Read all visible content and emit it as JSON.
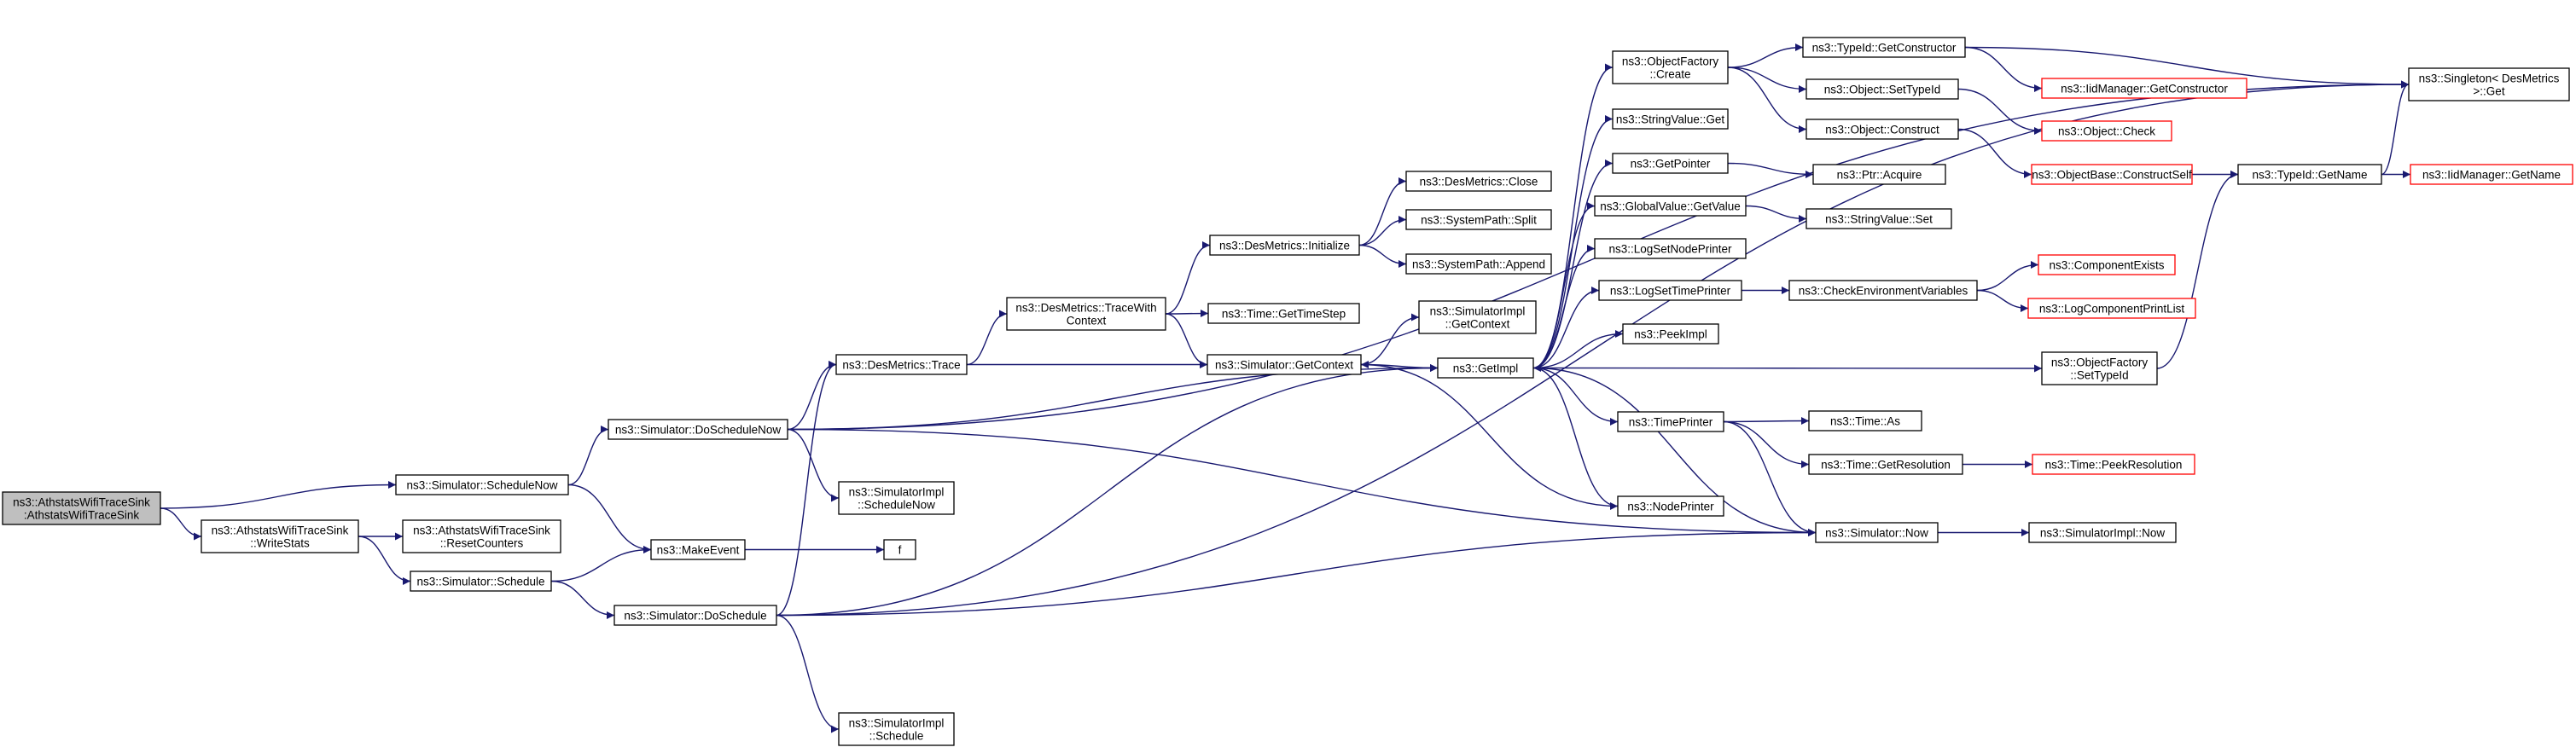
{
  "graph": {
    "colors": {
      "edge": "#191970",
      "node_border": "#000000",
      "truncated_border": "#ff0000",
      "root_fill": "#bfbfbf"
    },
    "nodes": [
      {
        "id": "root",
        "lines": [
          "ns3::AthstatsWifiTraceSink",
          ":AthstatsWifiTraceSink"
        ],
        "root": true
      },
      {
        "id": "schedNow",
        "lines": [
          "ns3::Simulator::ScheduleNow"
        ]
      },
      {
        "id": "writeStats",
        "lines": [
          "ns3::AthstatsWifiTraceSink",
          "::WriteStats"
        ]
      },
      {
        "id": "doSchedNow",
        "lines": [
          "ns3::Simulator::DoScheduleNow"
        ]
      },
      {
        "id": "makeEvent",
        "lines": [
          "ns3::MakeEvent"
        ]
      },
      {
        "id": "resetCounters",
        "lines": [
          "ns3::AthstatsWifiTraceSink",
          "::ResetCounters"
        ]
      },
      {
        "id": "schedule",
        "lines": [
          "ns3::Simulator::Schedule"
        ]
      },
      {
        "id": "doSchedule",
        "lines": [
          "ns3::Simulator::DoSchedule"
        ]
      },
      {
        "id": "desTrace",
        "lines": [
          "ns3::DesMetrics::Trace"
        ]
      },
      {
        "id": "implSchedNow",
        "lines": [
          "ns3::SimulatorImpl",
          "::ScheduleNow"
        ]
      },
      {
        "id": "f",
        "lines": [
          "f"
        ]
      },
      {
        "id": "implSchedule",
        "lines": [
          "ns3::SimulatorImpl",
          "::Schedule"
        ]
      },
      {
        "id": "traceWith",
        "lines": [
          "ns3::DesMetrics::TraceWith",
          "Context"
        ]
      },
      {
        "id": "desInit",
        "lines": [
          "ns3::DesMetrics::Initialize"
        ]
      },
      {
        "id": "getTimeStep",
        "lines": [
          "ns3::Time::GetTimeStep"
        ]
      },
      {
        "id": "simGetContext",
        "lines": [
          "ns3::Simulator::GetContext"
        ]
      },
      {
        "id": "desClose",
        "lines": [
          "ns3::DesMetrics::Close"
        ]
      },
      {
        "id": "spSplit",
        "lines": [
          "ns3::SystemPath::Split"
        ]
      },
      {
        "id": "spAppend",
        "lines": [
          "ns3::SystemPath::Append"
        ]
      },
      {
        "id": "implGetContext",
        "lines": [
          "ns3::SimulatorImpl",
          "::GetContext"
        ]
      },
      {
        "id": "getImpl",
        "lines": [
          "ns3::GetImpl"
        ]
      },
      {
        "id": "ofCreate",
        "lines": [
          "ns3::ObjectFactory",
          "::Create"
        ]
      },
      {
        "id": "strGet",
        "lines": [
          "ns3::StringValue::Get"
        ]
      },
      {
        "id": "getPointer",
        "lines": [
          "ns3::GetPointer"
        ]
      },
      {
        "id": "gvGetValue",
        "lines": [
          "ns3::GlobalValue::GetValue"
        ]
      },
      {
        "id": "logNodePrinter",
        "lines": [
          "ns3::LogSetNodePrinter"
        ]
      },
      {
        "id": "logTimePrinter",
        "lines": [
          "ns3::LogSetTimePrinter"
        ]
      },
      {
        "id": "peekImpl",
        "lines": [
          "ns3::PeekImpl"
        ]
      },
      {
        "id": "timePrinter",
        "lines": [
          "ns3::TimePrinter"
        ]
      },
      {
        "id": "nodePrinter",
        "lines": [
          "ns3::NodePrinter"
        ]
      },
      {
        "id": "simNow",
        "lines": [
          "ns3::Simulator::Now"
        ]
      },
      {
        "id": "tidGetCons",
        "lines": [
          "ns3::TypeId::GetConstructor"
        ]
      },
      {
        "id": "objSetTid",
        "lines": [
          "ns3::Object::SetTypeId"
        ]
      },
      {
        "id": "objConstruct",
        "lines": [
          "ns3::Object::Construct"
        ]
      },
      {
        "id": "ptrAcquire",
        "lines": [
          "ns3::Ptr::Acquire"
        ]
      },
      {
        "id": "strSet",
        "lines": [
          "ns3::StringValue::Set"
        ]
      },
      {
        "id": "checkEnv",
        "lines": [
          "ns3::CheckEnvironmentVariables"
        ]
      },
      {
        "id": "timeAs",
        "lines": [
          "ns3::Time::As"
        ]
      },
      {
        "id": "getRes",
        "lines": [
          "ns3::Time::GetResolution"
        ]
      },
      {
        "id": "implNow",
        "lines": [
          "ns3::SimulatorImpl::Now"
        ]
      },
      {
        "id": "ofSetTid",
        "lines": [
          "ns3::ObjectFactory",
          "::SetTypeId"
        ]
      },
      {
        "id": "iidGetCons",
        "lines": [
          "ns3::IidManager::GetConstructor"
        ],
        "truncated": true
      },
      {
        "id": "objCheck",
        "lines": [
          "ns3::Object::Check"
        ],
        "truncated": true
      },
      {
        "id": "constructSelf",
        "lines": [
          "ns3::ObjectBase::ConstructSelf"
        ],
        "truncated": true
      },
      {
        "id": "compExists",
        "lines": [
          "ns3::ComponentExists"
        ],
        "truncated": true
      },
      {
        "id": "logCompPrint",
        "lines": [
          "ns3::LogComponentPrintList"
        ],
        "truncated": true
      },
      {
        "id": "peekRes",
        "lines": [
          "ns3::Time::PeekResolution"
        ],
        "truncated": true
      },
      {
        "id": "tidGetName",
        "lines": [
          "ns3::TypeId::GetName"
        ]
      },
      {
        "id": "singleton",
        "lines": [
          "ns3::Singleton< DesMetrics",
          " >::Get"
        ]
      },
      {
        "id": "iidGetName",
        "lines": [
          "ns3::IidManager::GetName"
        ],
        "truncated": true
      }
    ],
    "edges": [
      [
        "root",
        "schedNow"
      ],
      [
        "root",
        "writeStats"
      ],
      [
        "schedNow",
        "doSchedNow"
      ],
      [
        "schedNow",
        "makeEvent"
      ],
      [
        "writeStats",
        "resetCounters"
      ],
      [
        "writeStats",
        "schedule"
      ],
      [
        "schedule",
        "makeEvent"
      ],
      [
        "schedule",
        "doSchedule"
      ],
      [
        "makeEvent",
        "f"
      ],
      [
        "doSchedNow",
        "singleton"
      ],
      [
        "doSchedNow",
        "desTrace"
      ],
      [
        "doSchedNow",
        "getImpl"
      ],
      [
        "doSchedNow",
        "implSchedNow"
      ],
      [
        "doSchedNow",
        "simNow"
      ],
      [
        "doSchedule",
        "desTrace"
      ],
      [
        "doSchedule",
        "getImpl"
      ],
      [
        "doSchedule",
        "simNow"
      ],
      [
        "doSchedule",
        "implSchedule"
      ],
      [
        "doSchedule",
        "singleton"
      ],
      [
        "desTrace",
        "traceWith"
      ],
      [
        "desTrace",
        "simGetContext"
      ],
      [
        "traceWith",
        "desInit"
      ],
      [
        "traceWith",
        "getTimeStep"
      ],
      [
        "traceWith",
        "simGetContext"
      ],
      [
        "desInit",
        "desClose"
      ],
      [
        "desInit",
        "spSplit"
      ],
      [
        "desInit",
        "spAppend"
      ],
      [
        "simGetContext",
        "implGetContext"
      ],
      [
        "simGetContext",
        "getImpl"
      ],
      [
        "getImpl",
        "ofCreate"
      ],
      [
        "getImpl",
        "strGet"
      ],
      [
        "getImpl",
        "getPointer"
      ],
      [
        "getImpl",
        "gvGetValue"
      ],
      [
        "getImpl",
        "logNodePrinter"
      ],
      [
        "getImpl",
        "logTimePrinter"
      ],
      [
        "getImpl",
        "peekImpl"
      ],
      [
        "getImpl",
        "timePrinter"
      ],
      [
        "getImpl",
        "nodePrinter"
      ],
      [
        "getImpl",
        "ofSetTid"
      ],
      [
        "ofCreate",
        "tidGetCons"
      ],
      [
        "ofCreate",
        "objSetTid"
      ],
      [
        "ofCreate",
        "objConstruct"
      ],
      [
        "getPointer",
        "ptrAcquire"
      ],
      [
        "gvGetValue",
        "strSet"
      ],
      [
        "logTimePrinter",
        "checkEnv"
      ],
      [
        "timePrinter",
        "timeAs"
      ],
      [
        "timePrinter",
        "getRes"
      ],
      [
        "timePrinter",
        "simNow"
      ],
      [
        "nodePrinter",
        "simGetContext"
      ],
      [
        "simNow",
        "getImpl"
      ],
      [
        "simNow",
        "implNow"
      ],
      [
        "tidGetCons",
        "singleton"
      ],
      [
        "tidGetCons",
        "iidGetCons"
      ],
      [
        "objSetTid",
        "objCheck"
      ],
      [
        "objConstruct",
        "constructSelf"
      ],
      [
        "checkEnv",
        "compExists"
      ],
      [
        "checkEnv",
        "logCompPrint"
      ],
      [
        "getRes",
        "peekRes"
      ],
      [
        "ofSetTid",
        "tidGetName"
      ],
      [
        "constructSelf",
        "tidGetName"
      ],
      [
        "tidGetName",
        "singleton"
      ],
      [
        "tidGetName",
        "iidGetName"
      ]
    ]
  }
}
